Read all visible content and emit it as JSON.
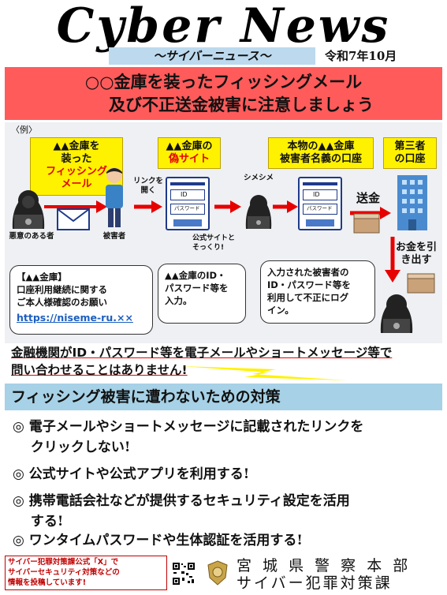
{
  "header": {
    "masthead": "Cyber News",
    "subtitle": "～サイバーニュース～",
    "date": "令和7年10月"
  },
  "banner": {
    "line1": "○○金庫を装ったフィッシングメール",
    "line2": "及び不正送金被害に注意しましょう"
  },
  "diagram": {
    "example_label": "〈例〉",
    "fake_mail_box": {
      "line1": "▲▲金庫を",
      "line2": "装った",
      "line3": "フィッシング",
      "line4": "メール"
    },
    "fake_site_box": {
      "line1": "▲▲金庫の",
      "line2": "偽サイト"
    },
    "victim_account_box": {
      "line1": "本物の▲▲金庫",
      "line2": "被害者名義の口座"
    },
    "third_party_box": {
      "line1": "第三者",
      "line2": "の口座"
    },
    "link_open_label": "リンクを開く",
    "shimeshime_label": "シメシメ",
    "send_money_label": "送金",
    "withdraw_label": "お金を引き出す",
    "official_like_label": "公式サイトとそっくり!",
    "villain_label": "悪意のある者",
    "victim_label": "被害者",
    "phone_field_id": "ID",
    "phone_field_pw": "パスワード",
    "mail_bubble": {
      "line1": "【▲▲金庫】",
      "line2": "口座利用継続に関する",
      "line3": "ご本人様確認のお願い",
      "url": "https://niseme-ru.××"
    },
    "input_bubble": {
      "line1": "▲▲金庫のID・",
      "line2": "パスワード等を",
      "line3": "入力。"
    },
    "login_bubble": {
      "line1": "入力された被害者の",
      "line2": "ID・パスワード等を",
      "line3": "利用して不正にログ",
      "line4": "イン。"
    }
  },
  "warning": {
    "line1": "金融機関がID・パスワード等を電子メールやショートメッセージ等で",
    "line2": "問い合わせることはありません!"
  },
  "measures": {
    "heading": "フィッシング被害に遭わないための対策",
    "items": [
      {
        "line1": "◎ 電子メールやショートメッセージに記載されたリンクを",
        "line2": "　 クリックしない!"
      },
      {
        "line1": "◎ 公式サイトや公式アプリを利用する!",
        "line2": ""
      },
      {
        "line1": "◎ 携帯電話会社などが提供するセキュリティ設定を活用",
        "line2": "　 する!"
      },
      {
        "line1": "◎ ワンタイムパスワードや生体認証を活用する!",
        "line2": ""
      }
    ]
  },
  "footer": {
    "note_line1": "サイバー犯罪対策課公式「X」で",
    "note_line2": "サイバーセキュリティ対策などの",
    "note_line3": "情報を投稿しています!",
    "org_line1": "宮 城 県 警 察 本 部",
    "org_line2": "サイバー犯罪対策課"
  },
  "colors": {
    "banner_red": "#ff5b5b",
    "highlight_yellow": "#fff200",
    "heading_blue": "#a6d1e6",
    "accent_red": "#e60000",
    "link_blue": "#1d5fbf"
  }
}
